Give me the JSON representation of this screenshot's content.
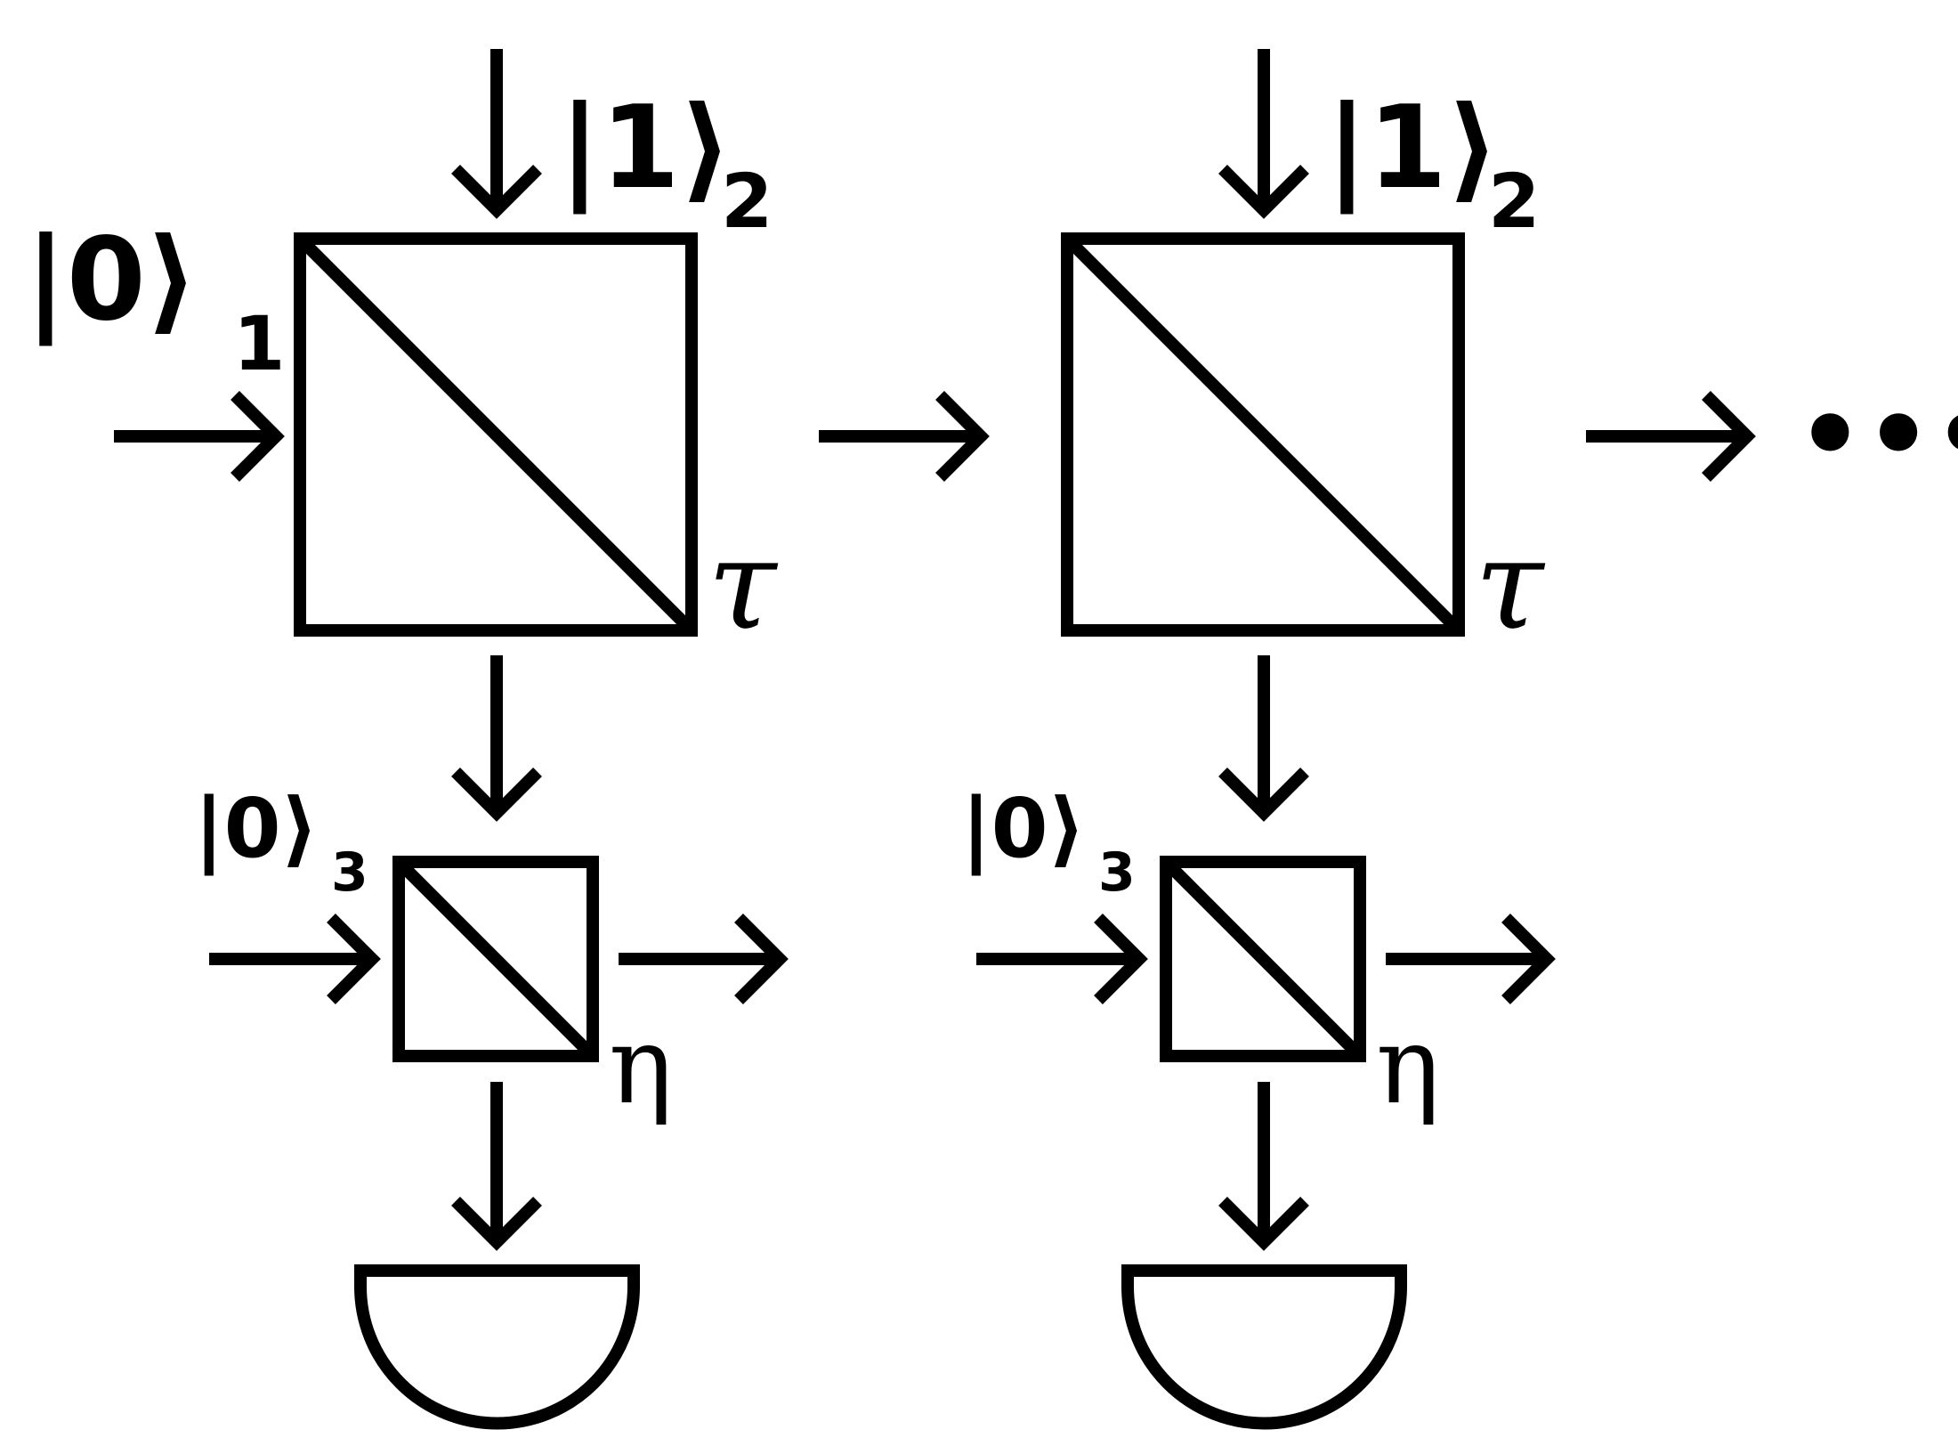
{
  "stages": [
    {
      "input_ket_main": "|0⟩",
      "input_ket_main_sub": "1",
      "input_ket_top": "|1⟩",
      "input_ket_top_sub": "2",
      "beamsplitter_label": "τ",
      "aux_ket": "|0⟩",
      "aux_ket_sub": "3",
      "detector_bs_label": "η"
    },
    {
      "input_ket_top": "|1⟩",
      "input_ket_top_sub": "2",
      "beamsplitter_label": "τ",
      "aux_ket": "|0⟩",
      "aux_ket_sub": "3",
      "detector_bs_label": "η"
    }
  ],
  "continuation": "•••",
  "icons": [
    "beamsplitter-icon",
    "detector-icon",
    "arrow-icon"
  ]
}
